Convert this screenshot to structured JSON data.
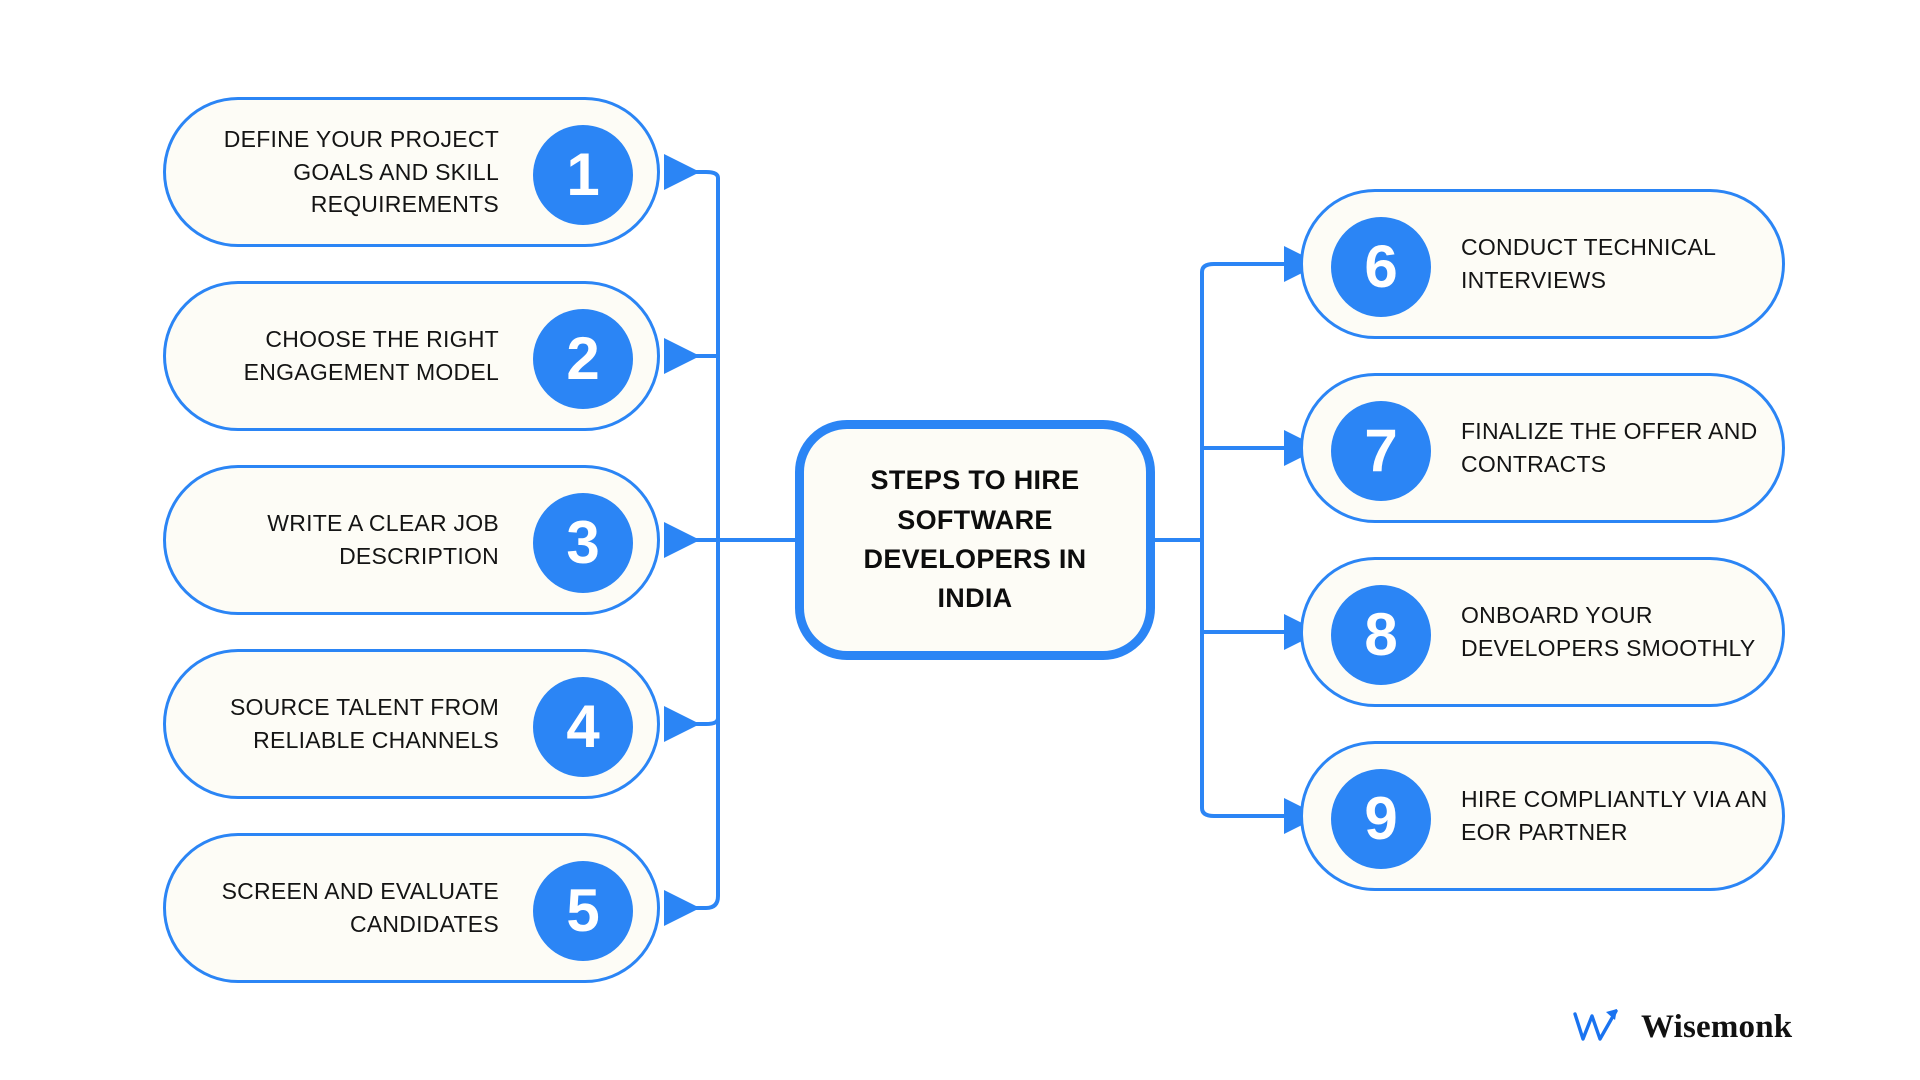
{
  "title": "Steps To Hire Software Developers In India",
  "colors": {
    "accent": "#2b85f5",
    "card_fill": "#fdfcf6",
    "background": "#ffffff",
    "text": "#141414"
  },
  "center": {
    "title": "STEPS TO HIRE\nSOFTWARE\nDEVELOPERS IN\nINDIA"
  },
  "left_steps": [
    {
      "number": "1",
      "label": "DEFINE YOUR PROJECT\nGOALS AND SKILL\nREQUIREMENTS"
    },
    {
      "number": "2",
      "label": "CHOOSE THE RIGHT\nENGAGEMENT MODEL"
    },
    {
      "number": "3",
      "label": "WRITE A CLEAR JOB\nDESCRIPTION"
    },
    {
      "number": "4",
      "label": "SOURCE TALENT FROM\nRELIABLE CHANNELS"
    },
    {
      "number": "5",
      "label": "SCREEN AND EVALUATE\nCANDIDATES"
    }
  ],
  "right_steps": [
    {
      "number": "6",
      "label": "CONDUCT TECHNICAL\nINTERVIEWS"
    },
    {
      "number": "7",
      "label": "FINALIZE THE OFFER AND\nCONTRACTS"
    },
    {
      "number": "8",
      "label": "ONBOARD YOUR\nDEVELOPERS SMOOTHLY"
    },
    {
      "number": "9",
      "label": "HIRE COMPLIANTLY VIA AN\nEOR PARTNER"
    }
  ],
  "brand": {
    "name": "Wisemonk",
    "logo_icon": "wisemonk-zigzag-arrow-logo"
  },
  "chart_data": {
    "type": "diagram",
    "diagram_kind": "mind-map",
    "title": "STEPS TO HIRE SOFTWARE DEVELOPERS IN INDIA",
    "root": "STEPS TO HIRE SOFTWARE DEVELOPERS IN INDIA",
    "branches": [
      {
        "side": "left",
        "index": 1,
        "text": "DEFINE YOUR PROJECT GOALS AND SKILL REQUIREMENTS"
      },
      {
        "side": "left",
        "index": 2,
        "text": "CHOOSE THE RIGHT ENGAGEMENT MODEL"
      },
      {
        "side": "left",
        "index": 3,
        "text": "WRITE A CLEAR JOB DESCRIPTION"
      },
      {
        "side": "left",
        "index": 4,
        "text": "SOURCE TALENT FROM RELIABLE CHANNELS"
      },
      {
        "side": "left",
        "index": 5,
        "text": "SCREEN AND EVALUATE CANDIDATES"
      },
      {
        "side": "right",
        "index": 6,
        "text": "CONDUCT TECHNICAL INTERVIEWS"
      },
      {
        "side": "right",
        "index": 7,
        "text": "FINALIZE THE OFFER AND CONTRACTS"
      },
      {
        "side": "right",
        "index": 8,
        "text": "ONBOARD YOUR DEVELOPERS SMOOTHLY"
      },
      {
        "side": "right",
        "index": 9,
        "text": "HIRE COMPLIANTLY VIA AN EOR PARTNER"
      }
    ],
    "node_count": 10,
    "edge_count": 9,
    "edge_style": "orthogonal-elbow-with-arrowhead",
    "legend": []
  }
}
